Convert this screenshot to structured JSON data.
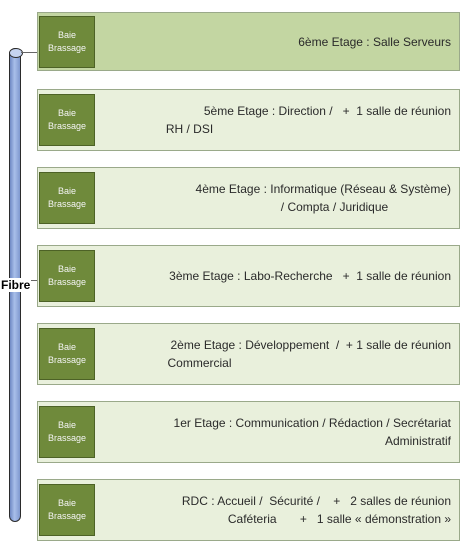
{
  "fibre_label": "Fibre",
  "baie_label": "Baie\nBrassage",
  "floors": [
    {
      "line1": "6ème Etage : Salle Serveurs",
      "line2": ""
    },
    {
      "line1": "5ème Etage : Direction /   +  1 salle de réunion",
      "line2": "RH / DSI"
    },
    {
      "line1": "4ème Etage : Informatique (Réseau & Système)",
      "line2": "/ Compta / Juridique"
    },
    {
      "line1": "3ème Etage : Labo-Recherche   +  1 salle de réunion",
      "line2": ""
    },
    {
      "line1": "2ème Etage : Développement  /  + 1 salle de réunion",
      "line2": "Commercial"
    },
    {
      "line1": "1er Etage : Communication / Rédaction / Secrétariat",
      "line2": "Administratif"
    },
    {
      "line1": "RDC : Accueil /  Sécurité /    +   2 salles de réunion",
      "line2": "Caféteria       +   1 salle « démonstration »"
    }
  ],
  "colors": {
    "top_floor_bg": "#c3d6a2",
    "floor_bg": "#e9f0dc",
    "baie_bg": "#6f8a3b",
    "fibre_pipe": "#8fa6dc"
  }
}
